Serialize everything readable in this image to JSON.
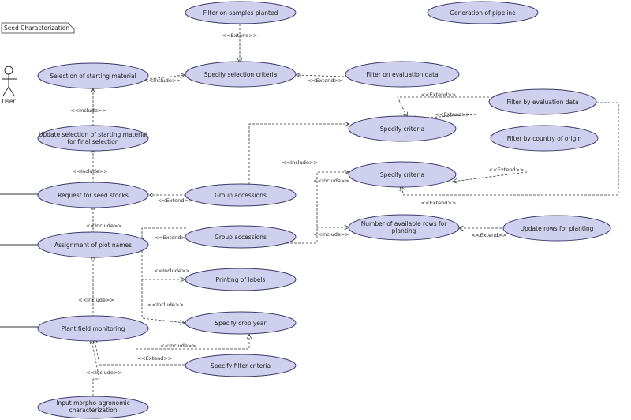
{
  "diagram": {
    "frame_label": "Seed Characterization",
    "actor_label": "User",
    "use_cases": [
      {
        "id": "uc-filter-samples-planted",
        "label": [
          "Filter on samples planted"
        ]
      },
      {
        "id": "uc-generation-pipeline",
        "label": [
          "Generation of pipeline"
        ]
      },
      {
        "id": "uc-selection-starting-material",
        "label": [
          "Selection of starting material"
        ]
      },
      {
        "id": "uc-specify-selection-criteria",
        "label": [
          "Specify selection criteria"
        ]
      },
      {
        "id": "uc-filter-evaluation-data",
        "label": [
          "Filter on evaluation data"
        ]
      },
      {
        "id": "uc-filter-by-evaluation-data",
        "label": [
          "Filter by evaluation data"
        ]
      },
      {
        "id": "uc-specify-criteria-1",
        "label": [
          "Specify criteria"
        ]
      },
      {
        "id": "uc-update-selection",
        "label": [
          "Update selection of starting material",
          "for final selection"
        ]
      },
      {
        "id": "uc-filter-country-origin",
        "label": [
          "Filter by country of origin"
        ]
      },
      {
        "id": "uc-specify-criteria-2",
        "label": [
          "Specify criteria"
        ]
      },
      {
        "id": "uc-request-seed-stocks",
        "label": [
          "Request for seed stocks"
        ]
      },
      {
        "id": "uc-group-accessions-1",
        "label": [
          "Group accessions"
        ]
      },
      {
        "id": "uc-number-available-rows",
        "label": [
          "Number of available rows for",
          "planting"
        ]
      },
      {
        "id": "uc-update-rows-planting",
        "label": [
          "Update rows for planting"
        ]
      },
      {
        "id": "uc-assignment-plot-names",
        "label": [
          "Assignment of plot names"
        ]
      },
      {
        "id": "uc-group-accessions-2",
        "label": [
          "Group accessions"
        ]
      },
      {
        "id": "uc-printing-labels",
        "label": [
          "Printing of labels"
        ]
      },
      {
        "id": "uc-specify-crop-year",
        "label": [
          "Specify crop year"
        ]
      },
      {
        "id": "uc-plant-field-monitoring",
        "label": [
          "Plant field monitoring"
        ]
      },
      {
        "id": "uc-specify-filter-criteria",
        "label": [
          "Specify filter criteria"
        ]
      },
      {
        "id": "uc-input-morpho-agronomic",
        "label": [
          "Input morpho-agronomic",
          "characterization"
        ]
      }
    ],
    "stereotypes": [
      {
        "id": "st-1",
        "text": "<<Extend>>"
      },
      {
        "id": "st-2",
        "text": "<<Include>>"
      },
      {
        "id": "st-3",
        "text": "<<Extend>>"
      },
      {
        "id": "st-4",
        "text": "<<Include>>"
      },
      {
        "id": "st-5",
        "text": "<<Extend>>"
      },
      {
        "id": "st-6",
        "text": "<<Extend>>"
      },
      {
        "id": "st-7",
        "text": "<<Include>>"
      },
      {
        "id": "st-8",
        "text": "<<Include>>"
      },
      {
        "id": "st-9",
        "text": "<<Extend>>"
      },
      {
        "id": "st-10",
        "text": "<<Extend>>"
      },
      {
        "id": "st-11",
        "text": "<<Extend>>"
      },
      {
        "id": "st-12",
        "text": "<<Include>>"
      },
      {
        "id": "st-13",
        "text": "<<Include>>"
      },
      {
        "id": "st-14",
        "text": "<<Extend>>"
      },
      {
        "id": "st-15",
        "text": "<<Include>>"
      },
      {
        "id": "st-16",
        "text": "<<Extend>>"
      },
      {
        "id": "st-17",
        "text": "<<Include>>"
      },
      {
        "id": "st-18",
        "text": "<<Include>>"
      },
      {
        "id": "st-19",
        "text": "<<Include>>"
      },
      {
        "id": "st-20",
        "text": "<<Include>>"
      },
      {
        "id": "st-21",
        "text": "<<Extend>>"
      },
      {
        "id": "st-22",
        "text": "<<Include>>"
      }
    ]
  }
}
